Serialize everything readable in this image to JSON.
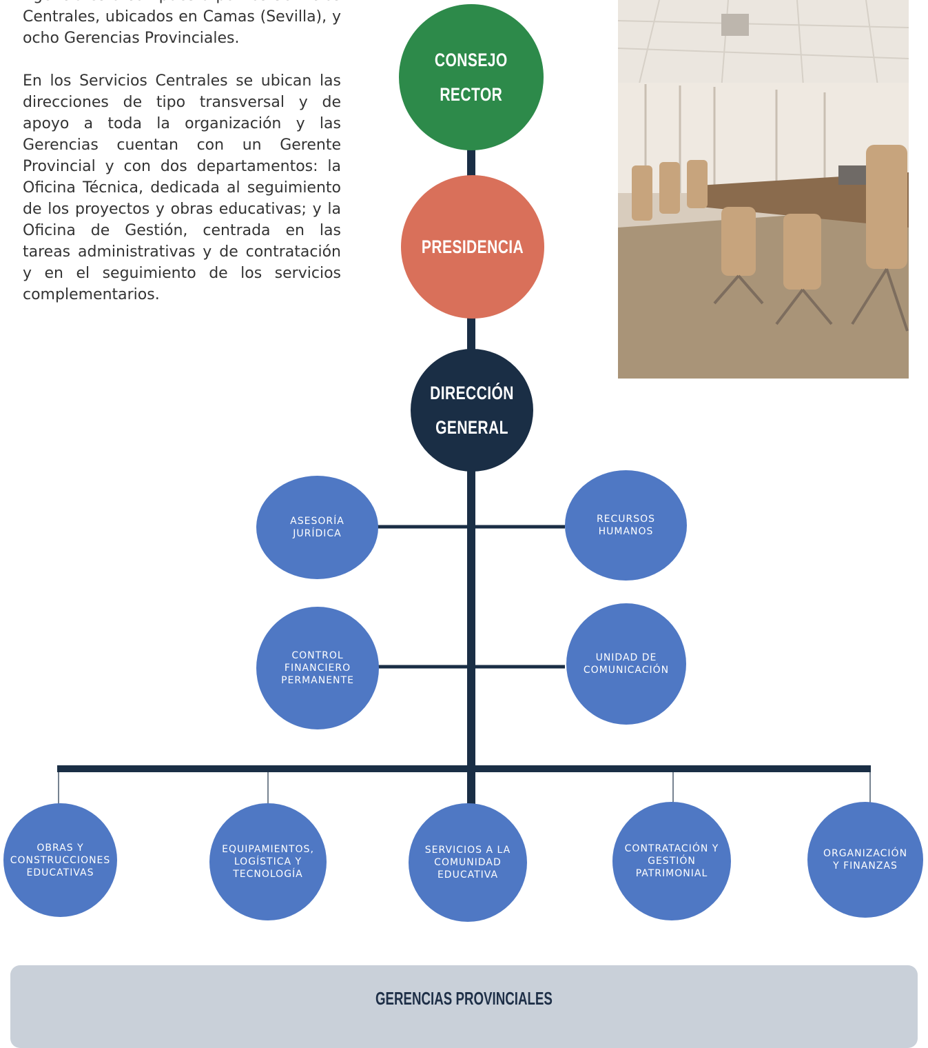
{
  "intro": {
    "paragraph1": "Agencia está compuesta por los Servicios Centrales, ubicados en Camas (Sevilla), y ocho Gerencias Provinciales.",
    "paragraph2": "En los Servicios Centrales se ubican las direcciones de tipo transversal y de apoyo a toda la organización y las Gerencias cuentan con un Gerente Provincial y con dos departamentos: la Oficina Técnica, dedicada al seguimiento de los proyectos y obras educativas; y la Oficina de Gestión, centrada en las tareas administrativas y de contratación y en el seguimiento de los servicios complementarios."
  },
  "colors": {
    "consejo": "#2d8a4a",
    "presidencia": "#d9705a",
    "direccion": "#1a2e45",
    "unit": "#4f78c4",
    "line": "#1a2e45",
    "footer_bg": "#c9d0d9"
  },
  "org": {
    "top": [
      {
        "label": "CONSEJO\nRECTOR"
      },
      {
        "label": "PRESIDENCIA"
      },
      {
        "label": "DIRECCIÓN\nGENERAL"
      }
    ],
    "staff_left": [
      {
        "label": "ASESORÍA\nJURÍDICA"
      },
      {
        "label": "CONTROL\nFINANCIERO\nPERMANENTE"
      }
    ],
    "staff_right": [
      {
        "label": "RECURSOS\nHUMANOS"
      },
      {
        "label": "UNIDAD DE\nCOMUNICACIÓN"
      }
    ],
    "departments": [
      {
        "label": "OBRAS Y\nCONSTRUCCIONES\nEDUCATIVAS"
      },
      {
        "label": "EQUIPAMIENTOS,\nLOGÍSTICA Y\nTECNOLOGÍA"
      },
      {
        "label": "SERVICIOS A LA\nCOMUNIDAD\nEDUCATIVA"
      },
      {
        "label": "CONTRATACIÓN Y\nGESTIÓN\nPATRIMONIAL"
      },
      {
        "label": "ORGANIZACIÓN\nY FINANZAS"
      }
    ]
  },
  "footer": {
    "title": "GERENCIAS PROVINCIALES"
  },
  "photo": {
    "subject": "conference-room-photo"
  }
}
